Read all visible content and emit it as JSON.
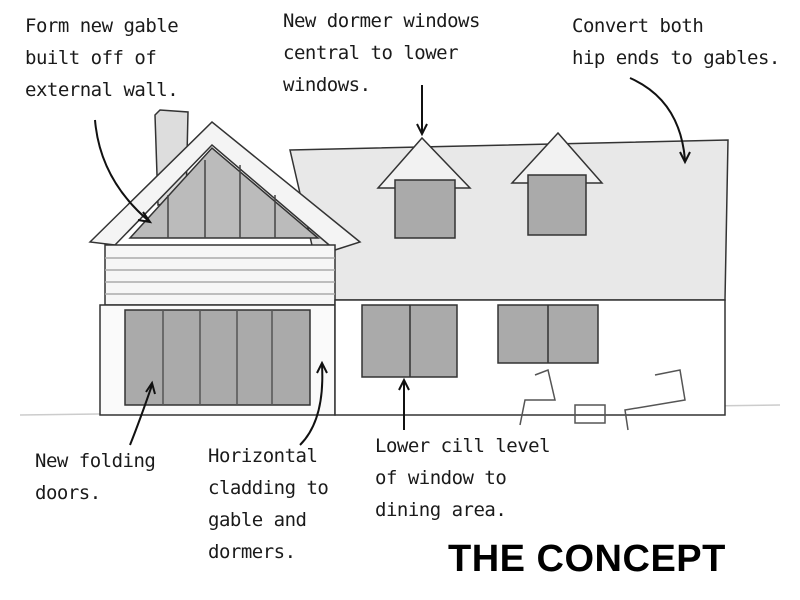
{
  "annotations": {
    "gable": [
      "Form new gable",
      "built off of",
      "external wall."
    ],
    "dormers": [
      "New dormer windows",
      "central to lower",
      "windows."
    ],
    "hips": [
      "Convert both",
      "hip ends to gables."
    ],
    "doors": [
      "New folding",
      "doors."
    ],
    "cladding": [
      "Horizontal",
      "cladding to",
      "gable and",
      "dormers."
    ],
    "cill": [
      "Lower cill level",
      "of window to",
      "dining area."
    ]
  },
  "title": "THE CONCEPT",
  "colors": {
    "ink": "#1a1a1a",
    "shade": "#9a9a9a",
    "roof": "#e6e6e6"
  }
}
